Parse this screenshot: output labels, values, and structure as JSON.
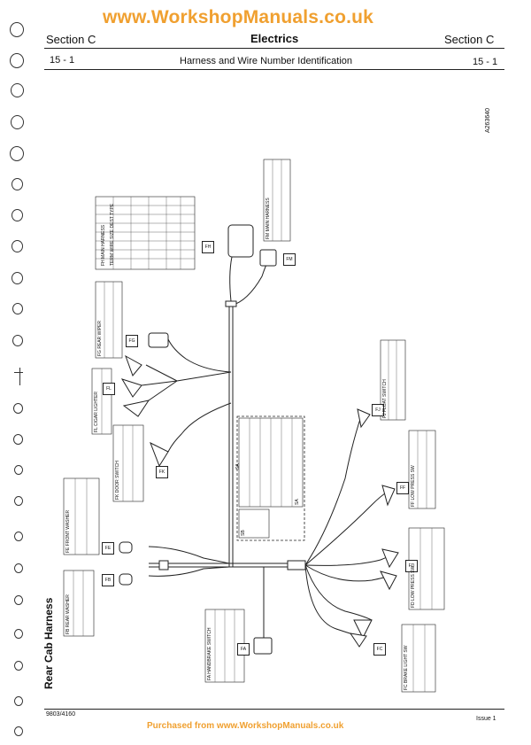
{
  "watermark_top": "www.WorkshopManuals.co.uk",
  "watermark_bottom": "Purchased from www.WorkshopManuals.co.uk",
  "header": {
    "left": "Section C",
    "center": "Electrics",
    "right": "Section C",
    "page_left": "15 - 1",
    "subtitle": "Harness and Wire Number Identification",
    "page_right": "15 - 1"
  },
  "figure_ref": "A263640",
  "side_title": "Rear Cab Harness",
  "footer": {
    "doc_number": "9803/4160",
    "issue": "Issue 1"
  },
  "diagram": {
    "trunk_label": "SA",
    "connectors": [
      "FH",
      "FM",
      "FG",
      "FL",
      "FK",
      "FE",
      "FB",
      "FA",
      "FC",
      "FD",
      "FF",
      "FJ"
    ],
    "table_headers": [
      "TERM",
      "WIRE",
      "SIZE",
      "DEST",
      "TYPE"
    ],
    "tables": [
      {
        "id": "FH",
        "title": "FH  MAIN HARNESS"
      },
      {
        "id": "FM",
        "title": "FM  MAIN HARNESS"
      },
      {
        "id": "FG",
        "title": "FG  REAR WIPER"
      },
      {
        "id": "FL",
        "title": "FL  CIGAR LIGHTER"
      },
      {
        "id": "FK",
        "title": "FK  DOOR SWITCH"
      },
      {
        "id": "FE",
        "title": "FE  FRONT WASHER"
      },
      {
        "id": "FB",
        "title": "FB  REAR WASHER"
      },
      {
        "id": "FA",
        "title": "FA  HANDBRAKE SWITCH"
      },
      {
        "id": "FC",
        "title": "FC  BRAKE LIGHT SW"
      },
      {
        "id": "FD",
        "title": "FD  LOW PRESS SW"
      },
      {
        "id": "FF",
        "title": "FF  LOW PRESS SW"
      },
      {
        "id": "FJ",
        "title": "FJ  FLOAT SWITCH"
      },
      {
        "id": "SB",
        "title": "SB"
      },
      {
        "id": "SA",
        "title": "SA"
      }
    ]
  }
}
